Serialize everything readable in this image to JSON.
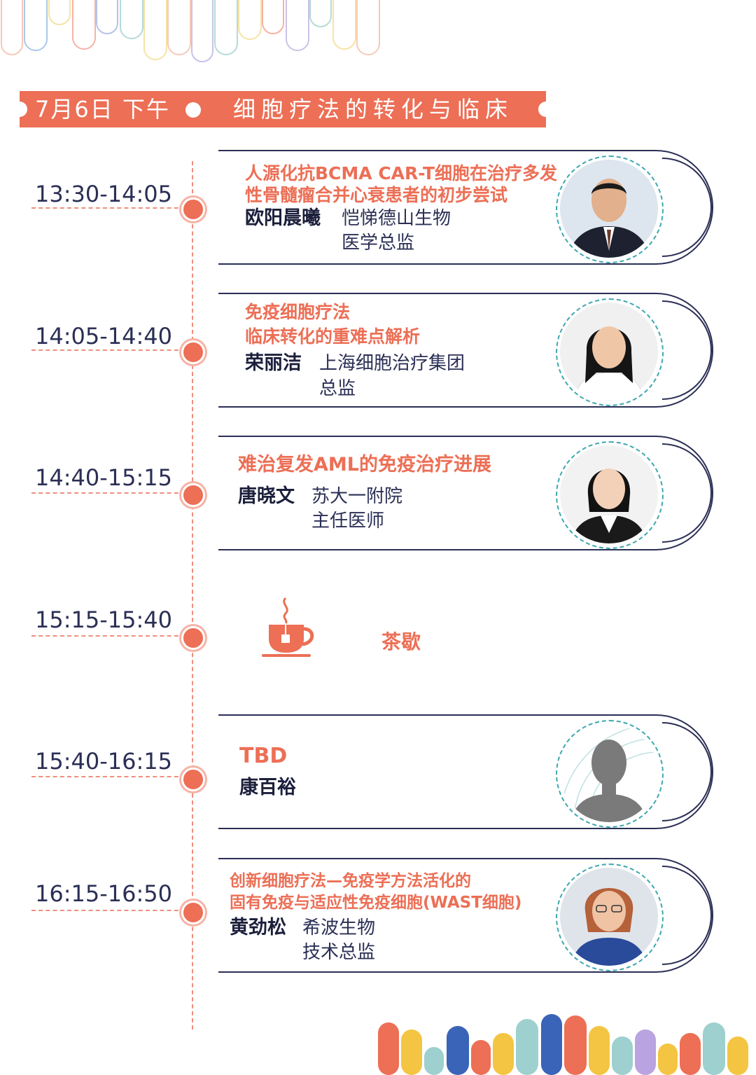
{
  "header": {
    "date": "7月6日 下午",
    "title": "细胞疗法的转化与临床"
  },
  "sessions": [
    {
      "time": "13:30-14:05",
      "talk_line1": "人源化抗BCMA CAR-T细胞在治疗多发",
      "talk_line2": "性骨髓瘤合并心衰患者的初步尝试",
      "speaker": "欧阳晨曦",
      "org_line1": "恺悌德山生物",
      "org_line2": "医学总监",
      "avatar": "man-portrait"
    },
    {
      "time": "14:05-14:40",
      "talk_line1": "免疫细胞疗法",
      "talk_line2": "临床转化的重难点解析",
      "speaker": "荣丽洁",
      "org_line1": "上海细胞治疗集团",
      "org_line2": "总监",
      "avatar": "woman-portrait"
    },
    {
      "time": "14:40-15:15",
      "talk_line1": "难治复发AML的免疫治疗进展",
      "speaker": "唐晓文",
      "org_line1": "苏大一附院",
      "org_line2": "主任医师",
      "avatar": "woman-portrait"
    },
    {
      "time": "15:15-15:40",
      "break_label": "茶歇",
      "icon": "tea-cup-icon"
    },
    {
      "time": "15:40-16:15",
      "talk_line1": "TBD",
      "speaker": "康百裕",
      "avatar": "placeholder-silhouette"
    },
    {
      "time": "16:15-16:50",
      "talk_line1": "创新细胞疗法—免疫学方法活化的",
      "talk_line2": "固有免疫与适应性免疫细胞(WAST细胞)",
      "speaker": "黄劲松",
      "org_line1": "希波生物",
      "org_line2": "技术总监",
      "avatar": "woman-portrait"
    }
  ],
  "colors": {
    "accent": "#ec6f56",
    "navy": "#2b2f55",
    "teal": "#3fa8b0"
  }
}
